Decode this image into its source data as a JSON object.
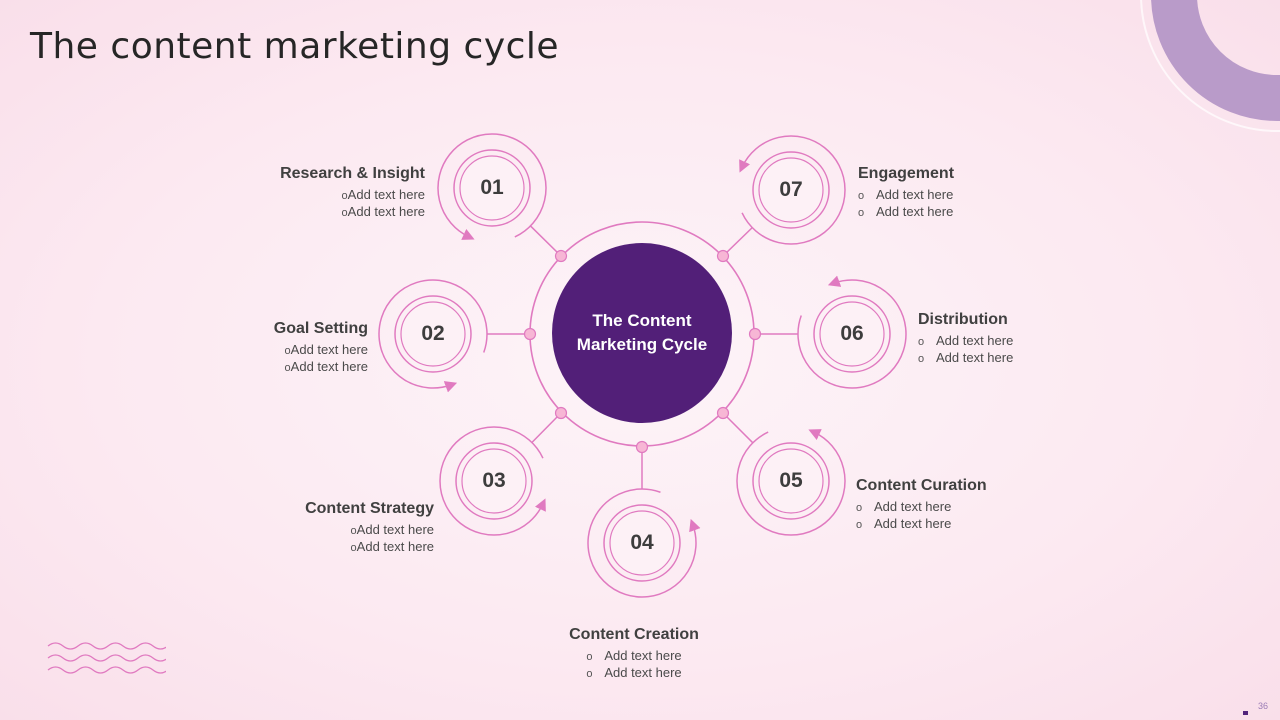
{
  "slide": {
    "title": "The content marketing cycle",
    "page_number": "36"
  },
  "colors": {
    "hub": "#521f78",
    "ring": "#e07ac0",
    "accent_arc": "#b99bc9",
    "background": "#fce9f1"
  },
  "hub": {
    "line1": "The Content",
    "line2": "Marketing Cycle"
  },
  "steps": [
    {
      "number": "01",
      "title": "Research & Insight",
      "bullets": [
        "Add text here",
        "Add text here"
      ]
    },
    {
      "number": "02",
      "title": "Goal Setting",
      "bullets": [
        "Add text here",
        "Add text here"
      ]
    },
    {
      "number": "03",
      "title": "Content Strategy",
      "bullets": [
        "Add text here",
        "Add text here"
      ]
    },
    {
      "number": "04",
      "title": "Content Creation",
      "bullets": [
        "Add text here",
        "Add text here"
      ]
    },
    {
      "number": "05",
      "title": "Content Curation",
      "bullets": [
        "Add text here",
        "Add text here"
      ]
    },
    {
      "number": "06",
      "title": "Distribution",
      "bullets": [
        "Add text here",
        "Add text here"
      ]
    },
    {
      "number": "07",
      "title": "Engagement",
      "bullets": [
        "Add text here",
        "Add text here"
      ]
    }
  ]
}
